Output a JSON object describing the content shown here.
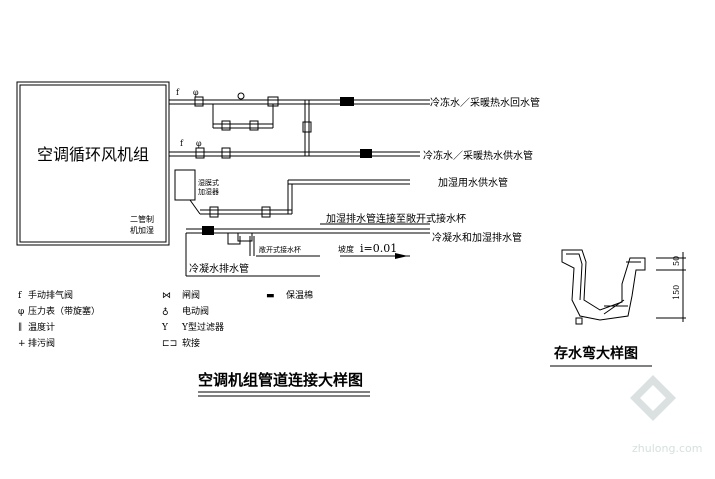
{
  "unit_box": {
    "title": "空调循环风机组",
    "corner_label_1": "二管制",
    "corner_label_2": "机加湿"
  },
  "small_box_label_1": "湿膜式",
  "small_box_label_2": "加湿器",
  "pipes": {
    "return": "冷冻水／采暖热水回水管",
    "supply": "冷冻水／采暖热水供水管",
    "humid_supply": "加湿用水供水管",
    "humid_drain_note": "加湿排水管连接至敞开式接水杯",
    "condensate_mix": "冷凝水和加湿排水管",
    "open_cup": "敞开式接水杯",
    "slope_label": "坡度",
    "slope_value": "i=0.01",
    "condensate_drain": "冷凝水排水管"
  },
  "legend": [
    {
      "symbol": "f",
      "label": "手动排气阀"
    },
    {
      "symbol": "φ",
      "label": "压力表（带旋塞）"
    },
    {
      "symbol": "∥",
      "label": "温度计"
    },
    {
      "symbol": "+",
      "label": "排污阀"
    },
    {
      "symbol": "⋈",
      "label": "闸阀"
    },
    {
      "symbol": "♁",
      "label": "电动阀"
    },
    {
      "symbol": "Y",
      "label": "Y型过滤器"
    },
    {
      "symbol": "⊏⊐",
      "label": "软接"
    },
    {
      "symbol": "▬",
      "label": "保温棉"
    }
  ],
  "main_title": "空调机组管道连接大样图",
  "trap_title": "存水弯大样图",
  "dims": {
    "d1": "50",
    "d2": "150"
  },
  "watermark": "zhulong.com"
}
